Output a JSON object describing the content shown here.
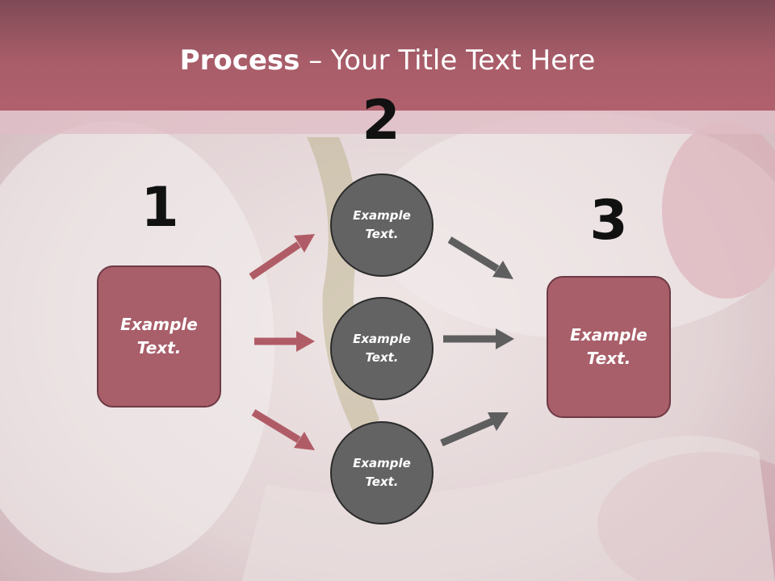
{
  "title": {
    "bold": "Process",
    "separator": " – ",
    "rest": "Your Title Text Here"
  },
  "steps": [
    {
      "number": "1",
      "label": "Example Text."
    },
    {
      "number": "2",
      "label": "Example Text."
    },
    {
      "number": "3",
      "label": "Example Text."
    }
  ],
  "circles": [
    {
      "label": "Example Text."
    },
    {
      "label": "Example Text."
    },
    {
      "label": "Example Text."
    }
  ],
  "colors": {
    "banner": "#a85d69",
    "box_fill": "#a85f6a",
    "circle_fill": "#636363",
    "arrow_left": "#b05c66",
    "arrow_right": "#5e5e5e"
  }
}
